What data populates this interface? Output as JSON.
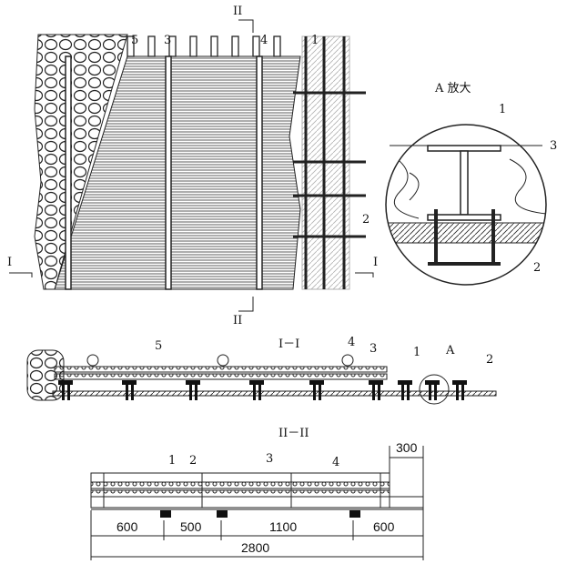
{
  "plan_view": {
    "labels": {
      "n5": "5",
      "n3": "3",
      "n4": "4",
      "n1": "1",
      "n2": "2"
    },
    "section_marks": {
      "ii_top": "II",
      "ii_bottom": "II",
      "i_left": "I",
      "i_right": "I"
    }
  },
  "detail_a": {
    "title": "A 放大",
    "labels": {
      "n1": "1",
      "n3": "3",
      "n2": "2"
    }
  },
  "section_i": {
    "title": "I－I",
    "labels": {
      "n5": "5",
      "n4": "4",
      "n3": "3",
      "n1": "1",
      "a": "A",
      "n2": "2"
    }
  },
  "section_ii": {
    "title": "II－II",
    "labels": {
      "n1": "1",
      "n2": "2",
      "n3": "3",
      "n4": "4"
    },
    "dimensions": {
      "top": "300",
      "segments": [
        "600",
        "500",
        "1100",
        "600"
      ],
      "total": "2800"
    }
  }
}
